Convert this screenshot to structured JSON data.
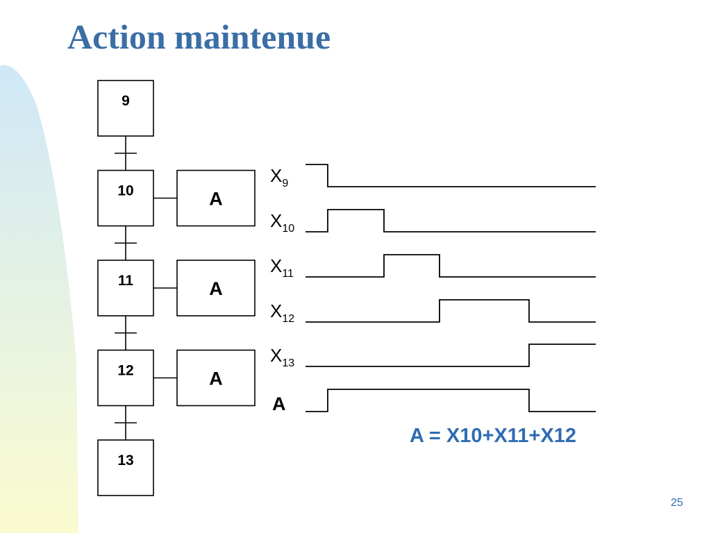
{
  "slide": {
    "title": "Action maintenue",
    "formula": "A = X10+X11+X12",
    "page_number": "25"
  },
  "grafcet": {
    "steps": [
      "9",
      "10",
      "11",
      "12",
      "13"
    ],
    "actions": [
      {
        "step": "10",
        "label": "A"
      },
      {
        "step": "11",
        "label": "A"
      },
      {
        "step": "12",
        "label": "A"
      }
    ]
  },
  "chronogram": {
    "signals": [
      {
        "name": "X",
        "sub": "9",
        "bold": false,
        "levels": [
          1,
          0,
          0,
          0,
          0
        ]
      },
      {
        "name": "X",
        "sub": "10",
        "bold": false,
        "levels": [
          0,
          1,
          0,
          0,
          0
        ]
      },
      {
        "name": "X",
        "sub": "11",
        "bold": false,
        "levels": [
          0,
          0,
          1,
          0,
          0
        ]
      },
      {
        "name": "X",
        "sub": "12",
        "bold": false,
        "levels": [
          0,
          0,
          0,
          1,
          0
        ]
      },
      {
        "name": "X",
        "sub": "13",
        "bold": false,
        "levels": [
          0,
          0,
          0,
          0,
          1
        ]
      },
      {
        "name": "A",
        "sub": "",
        "bold": true,
        "levels": [
          0,
          1,
          1,
          1,
          0
        ]
      }
    ]
  },
  "colors": {
    "title": "#3a6ea5",
    "formula": "#2f6bb3",
    "band_top": "#cfe8f7",
    "band_bottom": "#fbfbd0",
    "ink": "#000000"
  }
}
